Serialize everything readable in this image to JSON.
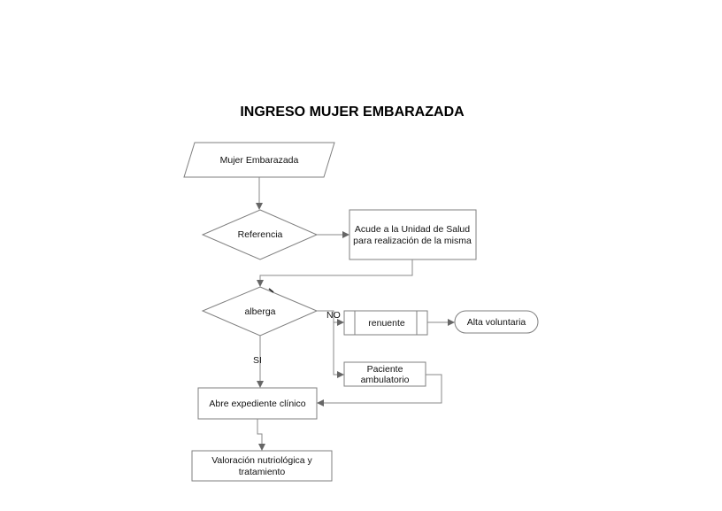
{
  "title": "INGRESO MUJER EMBARAZADA",
  "nodes": {
    "mujer_embarazada": "Mujer Embarazada",
    "referencia": "Referencia",
    "acude_line1": "Acude a la Unidad de Salud",
    "acude_line2": "para realización de la misma",
    "albergue": "alberga",
    "renuente": "renuente",
    "alta_voluntaria": "Alta voluntaria",
    "paciente_line1": "Paciente",
    "paciente_line2": "ambulatorio",
    "abre_expediente": "Abre expediente clínico",
    "valoracion_line1": "Valoración nutriológica y",
    "valoracion_line2": "tratamiento"
  },
  "edge_labels": {
    "no": "NO",
    "si": "SI"
  }
}
